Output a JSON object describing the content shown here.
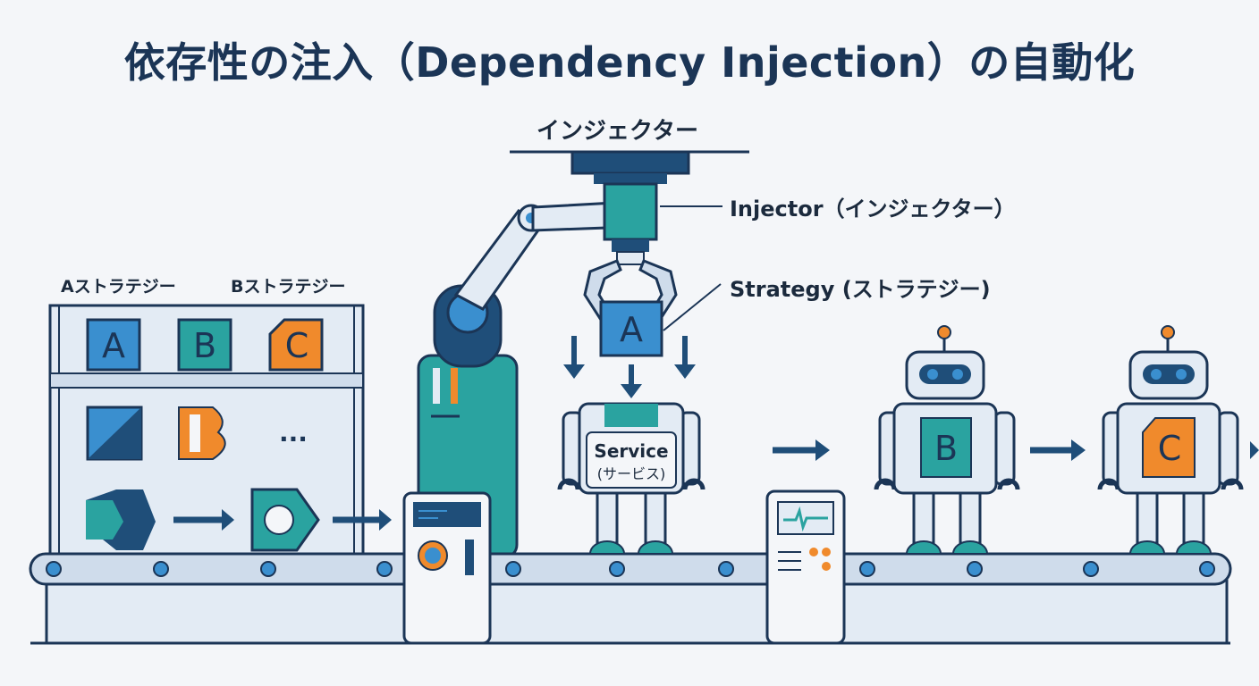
{
  "title": "依存性の注入（Dependency Injection）の自動化",
  "injector_header": "インジェクター",
  "callouts": {
    "injector": "Injector（インジェクター）",
    "strategy": "Strategy (ストラテジー)"
  },
  "shelf": {
    "label_a": "Aストラテジー",
    "label_b": "Bストラテジー",
    "box_a": "A",
    "box_b": "B",
    "box_c": "C",
    "ellipsis": "..."
  },
  "gripper_block": "A",
  "service_robot": {
    "line1": "Service",
    "line2": "(サービス)"
  },
  "robot_b_letter": "B",
  "robot_c_letter": "C",
  "colors": {
    "navy": "#1f4e79",
    "blue": "#3a8fcf",
    "teal": "#2aa3a0",
    "orange": "#f08a2c",
    "light": "#e3ebf4",
    "outline": "#1b3556"
  }
}
